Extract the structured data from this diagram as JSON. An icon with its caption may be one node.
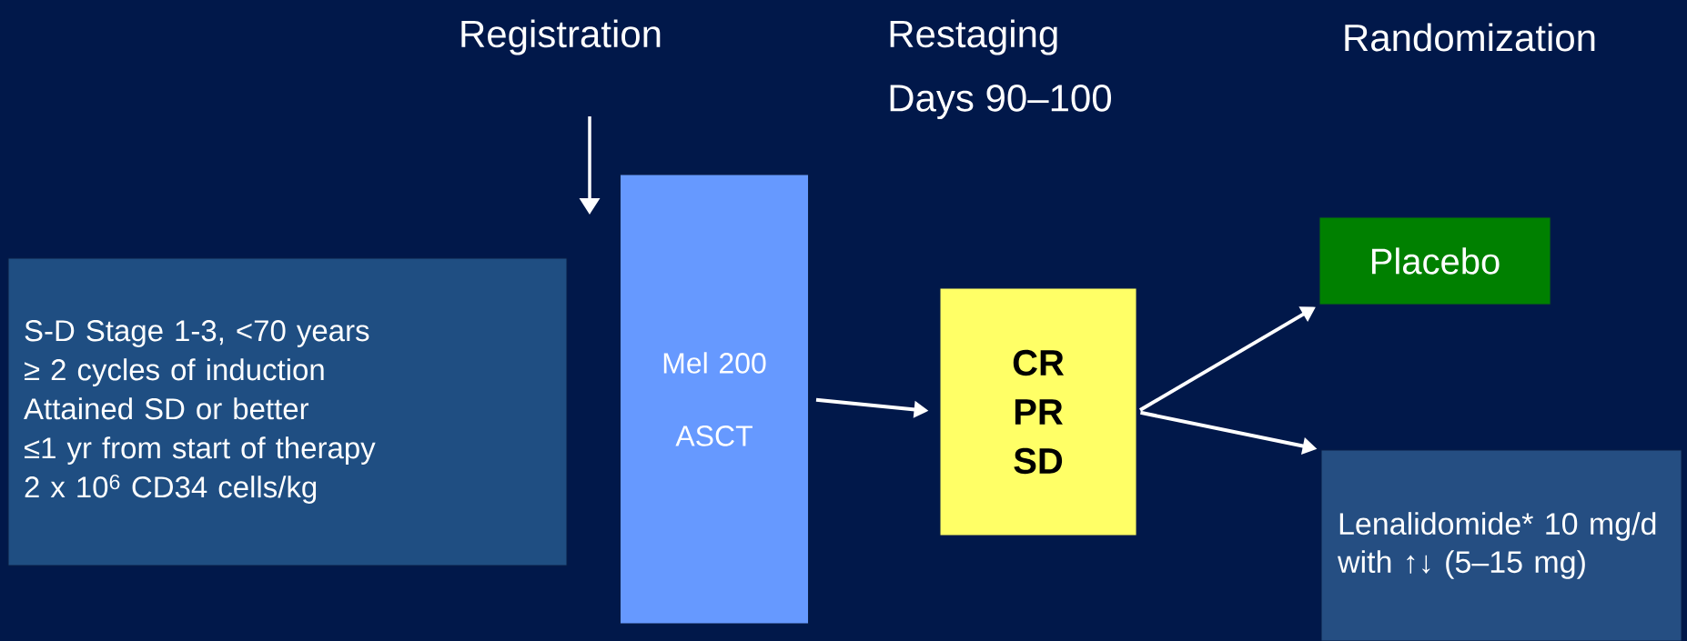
{
  "diagram": {
    "nodes": [
      {
        "text": [
          "S-D Stage 1-3,  <70 years",
          "≥ 2 cycles of induction",
          "Attained SD or better",
          "≤1 yr from start of therapy",
          "2 x 10$^{6}$ CD34 cells/kg"
        ]
      },
      {
        "text": [
          "Mel 200",
          "ASCT"
        ]
      },
      {
        "text": [
          "CR",
          "PR",
          "SD"
        ]
      },
      {
        "text": [
          "Placebo"
        ]
      },
      {
        "text": [
          "Lenalidomide* 10 mg/d with ↑↓ (5–15 mg)"
        ]
      }
    ],
    "edges": [
      {
        "from": 1,
        "to": 2,
        "arrow": "to"
      },
      {
        "from": 2,
        "to": 3,
        "arrow": "to"
      },
      {
        "from": 2,
        "to": 4,
        "arrow": "to"
      }
    ],
    "labels": [
      "Registration",
      "Restaging",
      "Days 90–100",
      "Randomization"
    ]
  }
}
